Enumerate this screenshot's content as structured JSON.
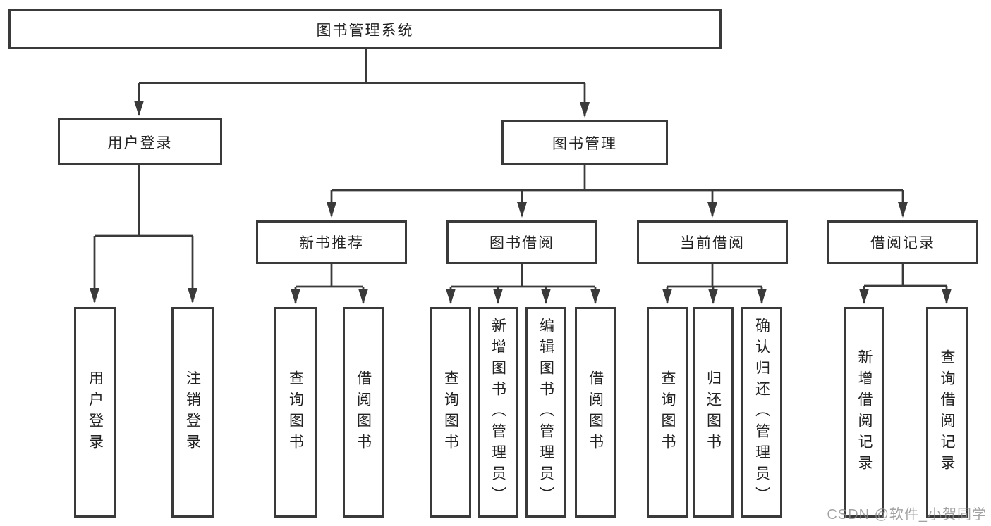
{
  "diagram": {
    "title_node": {
      "label": "图书管理系统"
    },
    "level2": [
      {
        "label": "用户登录"
      },
      {
        "label": "图书管理"
      }
    ],
    "level3": [
      {
        "label": "新书推荐",
        "parent": "图书管理"
      },
      {
        "label": "图书借阅",
        "parent": "图书管理"
      },
      {
        "label": "当前借阅",
        "parent": "图书管理"
      },
      {
        "label": "借阅记录",
        "parent": "图书管理"
      }
    ],
    "leaves": [
      {
        "label": "用户登录",
        "parent": "用户登录"
      },
      {
        "label": "注销登录",
        "parent": "用户登录"
      },
      {
        "label": "查询图书",
        "parent": "新书推荐"
      },
      {
        "label": "借阅图书",
        "parent": "新书推荐"
      },
      {
        "label": "查询图书",
        "parent": "图书借阅"
      },
      {
        "label": "新增图书（管理员）",
        "parent": "图书借阅"
      },
      {
        "label": "编辑图书（管理员）",
        "parent": "图书借阅"
      },
      {
        "label": "借阅图书",
        "parent": "图书借阅"
      },
      {
        "label": "查询图书",
        "parent": "当前借阅"
      },
      {
        "label": "归还图书",
        "parent": "当前借阅"
      },
      {
        "label": "确认归还（管理员）",
        "parent": "当前借阅"
      },
      {
        "label": "新增借阅记录",
        "parent": "借阅记录"
      },
      {
        "label": "查询借阅记录",
        "parent": "借阅记录"
      }
    ]
  },
  "watermark": {
    "text": "CSDN @软件_小贺同学"
  },
  "colors": {
    "line": "#3a3a3a",
    "border": "#3a3a3a",
    "text": "#222222",
    "background": "#ffffff",
    "watermark": "#8c8c8c"
  }
}
